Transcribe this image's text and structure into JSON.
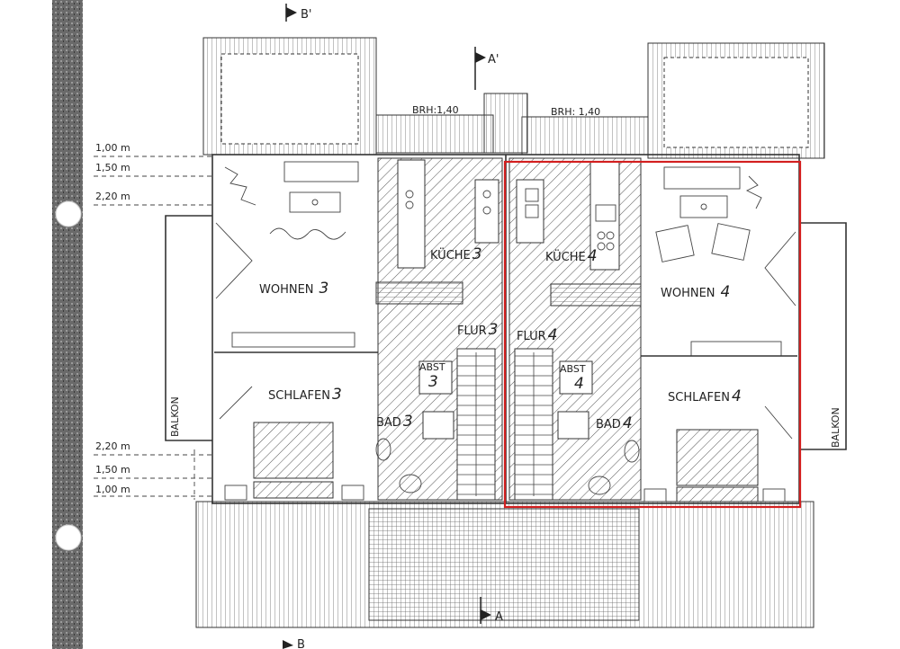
{
  "markers": {
    "b_top": "B'",
    "a_top": "A'",
    "a_bottom": "A",
    "b_bottom": "B"
  },
  "parapet": {
    "left": "BRH:1,40",
    "right": "BRH: 1,40"
  },
  "heights": [
    "1,00 m",
    "1,50 m",
    "2,20 m",
    "2,20 m",
    "1,50 m",
    "1,00 m"
  ],
  "balcony": {
    "left": "BALKON",
    "right": "BALKON"
  },
  "unit3": {
    "wohnen": "WOHNEN",
    "wohnen_num": "3",
    "kueche": "KÜCHE",
    "kueche_num": "3",
    "flur": "FLUR",
    "flur_num": "3",
    "abst": "ABST",
    "abst_num": "3",
    "schlafen": "SCHLAFEN",
    "schlafen_num": "3",
    "bad": "BAD",
    "bad_num": "3"
  },
  "unit4": {
    "wohnen": "WOHNEN",
    "wohnen_num": "4",
    "kueche": "KÜCHE",
    "kueche_num": "4",
    "flur": "FLUR",
    "flur_num": "4",
    "abst": "ABST",
    "abst_num": "4",
    "schlafen": "SCHLAFEN",
    "schlafen_num": "4",
    "bad": "BAD",
    "bad_num": "4"
  },
  "colors": {
    "highlight": "#d31f1f",
    "ink": "#333333",
    "scan_edge": "#6b6b6b"
  }
}
